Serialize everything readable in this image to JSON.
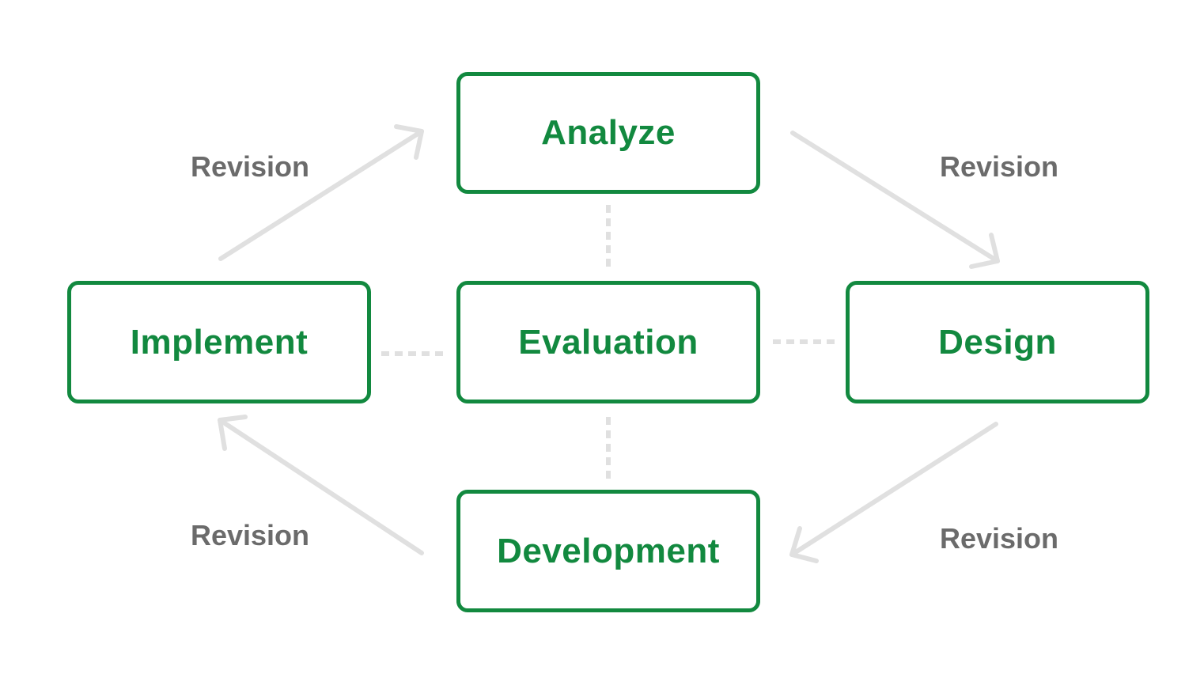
{
  "nodes": {
    "analyze": "Analyze",
    "implement": "Implement",
    "evaluation": "Evaluation",
    "design": "Design",
    "development": "Development"
  },
  "edges": {
    "implement_to_analyze": "Revision",
    "analyze_to_design": "Revision",
    "development_to_implement": "Revision",
    "design_to_development": "Revision"
  },
  "colors": {
    "node_border": "#12893f",
    "node_text": "#12893f",
    "arrow": "#e0e0e0",
    "edge_text": "#6b6b6b"
  }
}
